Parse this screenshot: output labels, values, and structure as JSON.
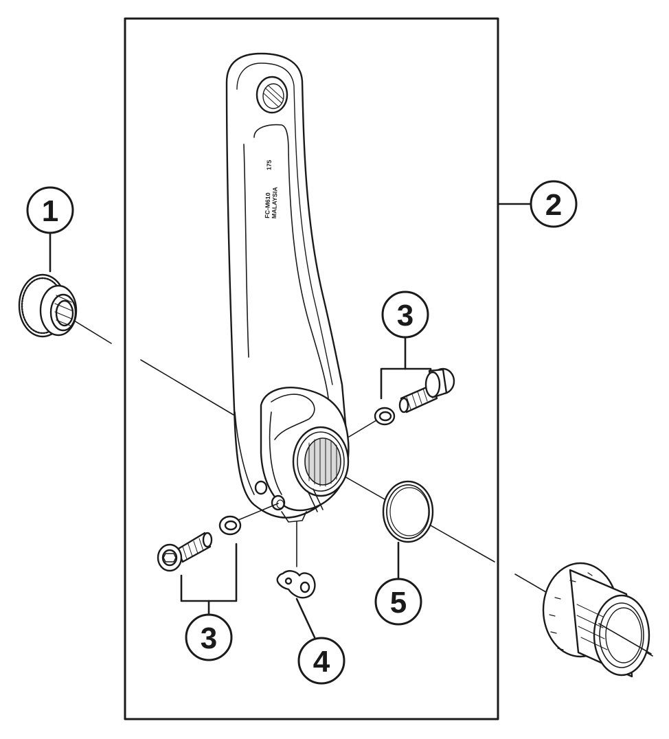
{
  "callouts": [
    {
      "id": "c1",
      "label": "1"
    },
    {
      "id": "c2",
      "label": "2"
    },
    {
      "id": "c3a",
      "label": "3"
    },
    {
      "id": "c3b",
      "label": "3"
    },
    {
      "id": "c4",
      "label": "4"
    },
    {
      "id": "c5",
      "label": "5"
    }
  ],
  "crank_marking": {
    "model": "FC-M610",
    "origin": "MALAYSIA",
    "size": "175"
  },
  "colors": {
    "stroke": "#1a1a1a",
    "fill": "#ffffff",
    "shade": "#d9d9d9"
  }
}
